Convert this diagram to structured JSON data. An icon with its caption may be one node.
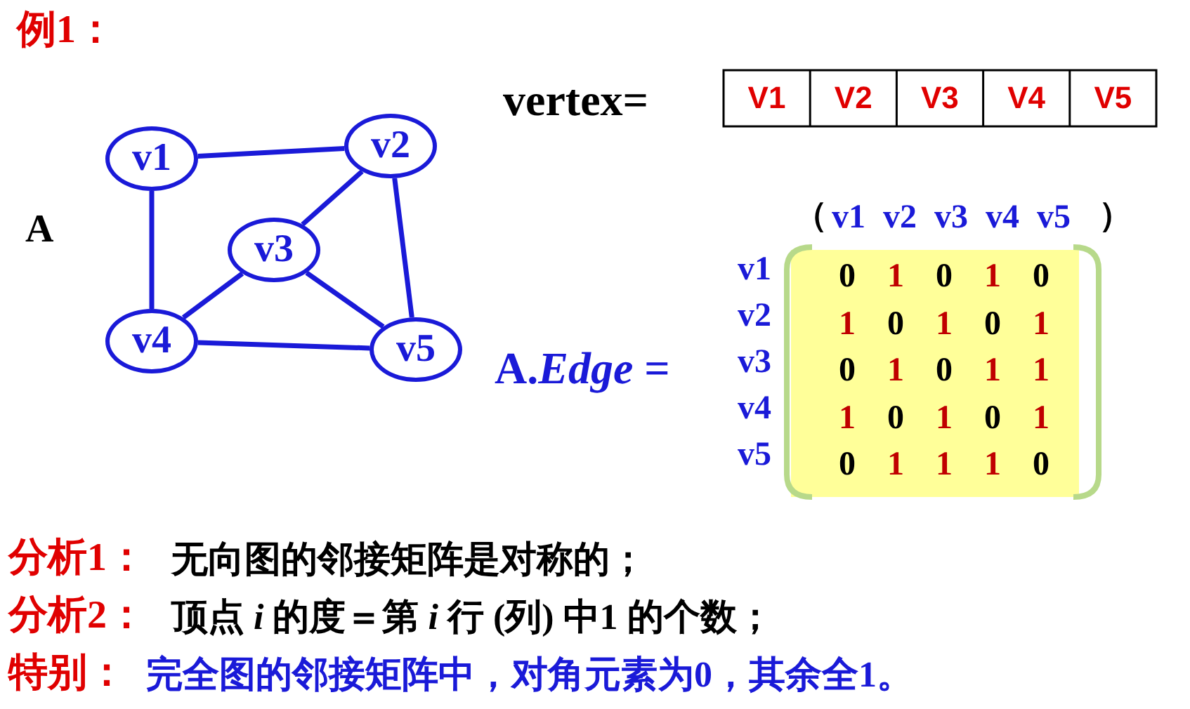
{
  "diagram": {
    "nodes": [
      {
        "text": [
          "v1"
        ]
      },
      {
        "text": [
          "v2"
        ]
      },
      {
        "text": [
          "v3"
        ]
      },
      {
        "text": [
          "v4"
        ]
      },
      {
        "text": [
          "v5"
        ]
      }
    ],
    "edges": [
      {
        "from": 0,
        "to": 1,
        "arrow": "none"
      },
      {
        "from": 0,
        "to": 3,
        "arrow": "none"
      },
      {
        "from": 1,
        "to": 2,
        "arrow": "none"
      },
      {
        "from": 1,
        "to": 4,
        "arrow": "none"
      },
      {
        "from": 2,
        "to": 3,
        "arrow": "none"
      },
      {
        "from": 2,
        "to": 4,
        "arrow": "none"
      },
      {
        "from": 3,
        "to": 4,
        "arrow": "none"
      }
    ],
    "labels": [
      "例1：",
      "vertex=",
      "V1",
      "V2",
      "V3",
      "V4",
      "V5",
      "A",
      "（",
      "v1",
      "v2",
      "v3",
      "v4",
      "v5",
      "）",
      "v1",
      "v2",
      "v3",
      "v4",
      "v5",
      "A.*Edge* =",
      "0",
      "1",
      "0",
      "1",
      "0",
      "1",
      "0",
      "1",
      "0",
      "1",
      "0",
      "1",
      "0",
      "1",
      "1",
      "1",
      "0",
      "1",
      "0",
      "1",
      "0",
      "1",
      "1",
      "1",
      "0",
      "分析1：",
      "无向图的邻接矩阵是对称的；",
      "分析2：",
      "顶点 *i* 的度＝第 *i* 行 (列) 中1 的个数；",
      "特别：",
      "完全图的邻接矩阵中，对角元素为0，其余全1。"
    ]
  }
}
